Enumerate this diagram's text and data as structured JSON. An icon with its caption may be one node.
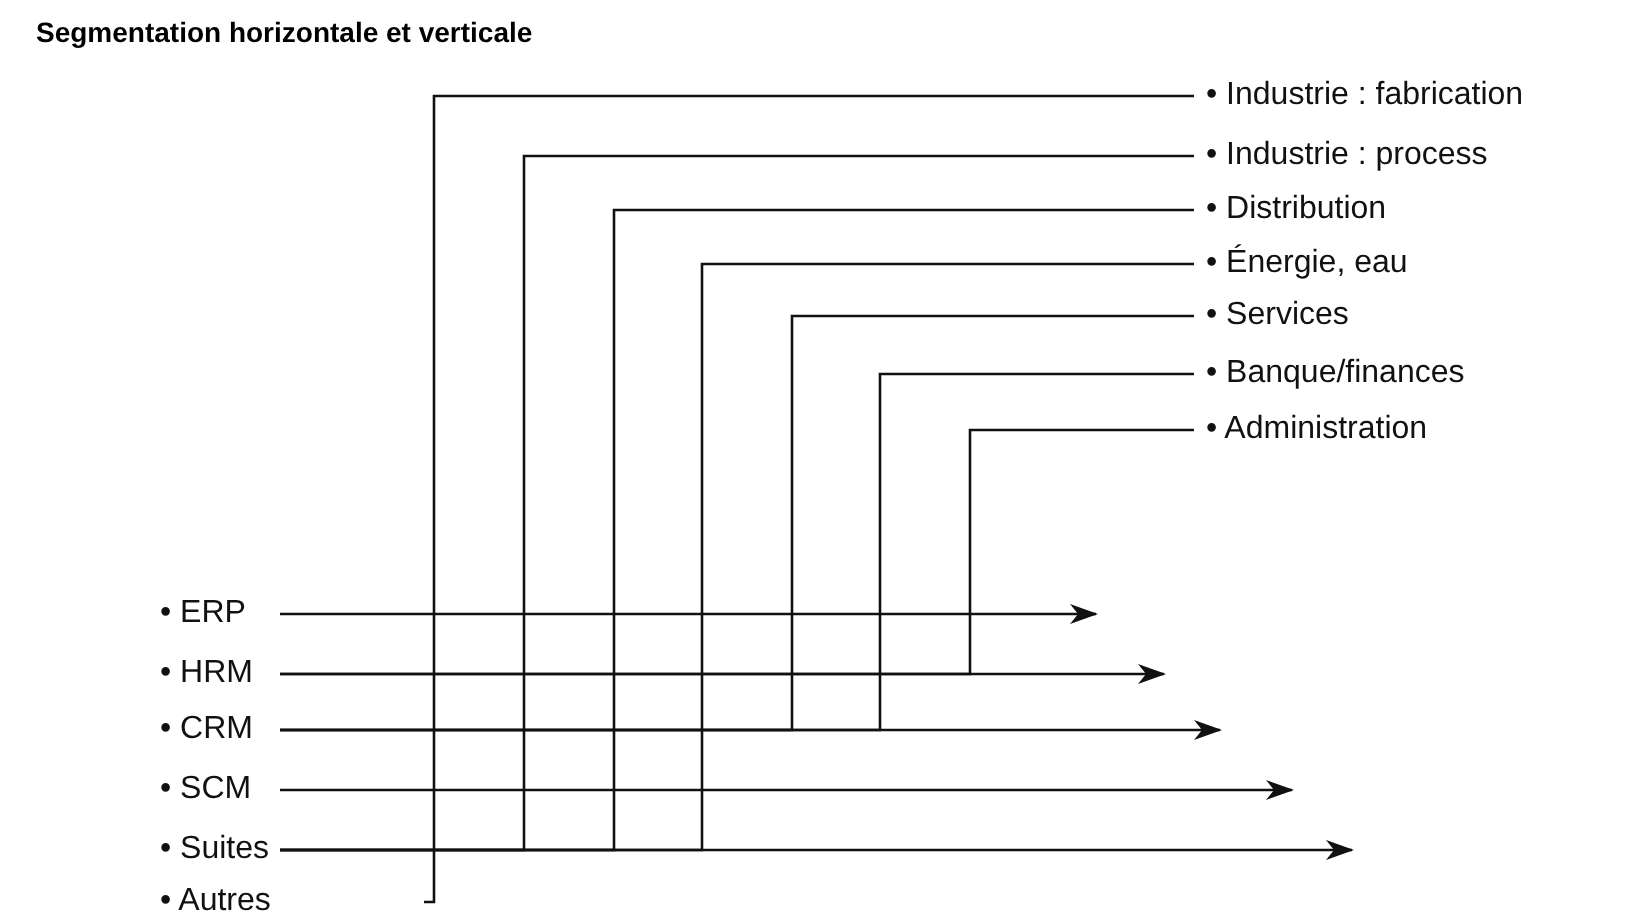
{
  "diagram": {
    "title": "Segmentation horizontale et verticale",
    "nodes": [
      {
        "text": [
          "• Industrie : fabrication"
        ]
      },
      {
        "text": [
          "• Industrie : process"
        ]
      },
      {
        "text": [
          "• Distribution"
        ]
      },
      {
        "text": [
          "• Énergie, eau"
        ]
      },
      {
        "text": [
          "• Services"
        ]
      },
      {
        "text": [
          "• Banque/finances"
        ]
      },
      {
        "text": [
          "• Administration"
        ]
      },
      {
        "text": [
          "• ERP"
        ]
      },
      {
        "text": [
          "• HRM"
        ]
      },
      {
        "text": [
          "• CRM"
        ]
      },
      {
        "text": [
          "• SCM"
        ]
      },
      {
        "text": [
          "• Suites"
        ]
      },
      {
        "text": [
          "• Autres"
        ]
      }
    ],
    "edges": [
      {
        "from": 7,
        "to": null,
        "arrow": "to"
      },
      {
        "from": 8,
        "to": null,
        "arrow": "to"
      },
      {
        "from": 9,
        "to": null,
        "arrow": "to"
      },
      {
        "from": 10,
        "to": null,
        "arrow": "to"
      },
      {
        "from": 11,
        "to": null,
        "arrow": "to"
      },
      {
        "from": 0,
        "to": 12,
        "arrow": "none"
      },
      {
        "from": 1,
        "to": 11,
        "arrow": "none"
      },
      {
        "from": 2,
        "to": 11,
        "arrow": "none"
      },
      {
        "from": 3,
        "to": 11,
        "arrow": "none"
      },
      {
        "from": 4,
        "to": 9,
        "arrow": "none"
      },
      {
        "from": 5,
        "to": 9,
        "arrow": "none"
      },
      {
        "from": 6,
        "to": 8,
        "arrow": "none"
      }
    ]
  }
}
